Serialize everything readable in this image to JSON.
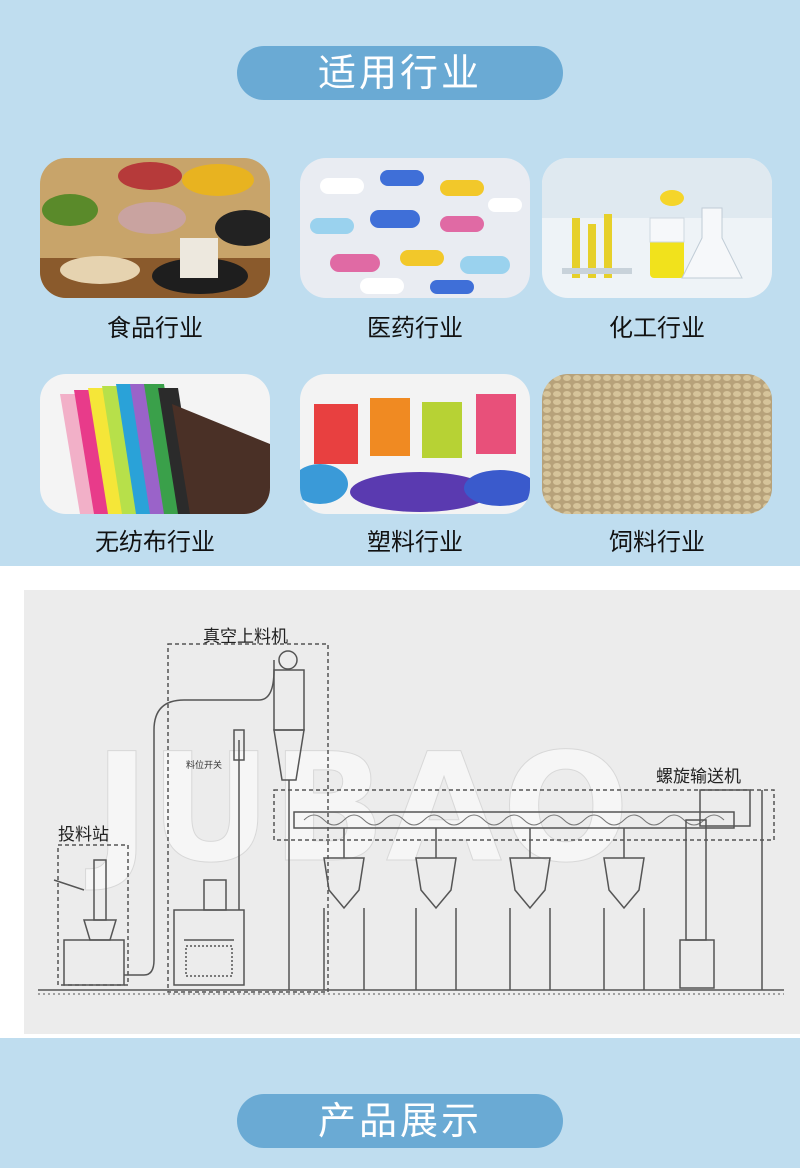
{
  "headers": {
    "industries": "适用行业",
    "products": "产品展示"
  },
  "industries": [
    {
      "label": "食品行业",
      "icon": "grains-photo"
    },
    {
      "label": "医药行业",
      "icon": "pills-photo"
    },
    {
      "label": "化工行业",
      "icon": "lab-glassware-photo"
    },
    {
      "label": "无纺布行业",
      "icon": "nonwoven-fabric-photo"
    },
    {
      "label": "塑料行业",
      "icon": "plastic-pellets-photo"
    },
    {
      "label": "饲料行业",
      "icon": "feed-pellets-photo"
    }
  ],
  "diagram": {
    "vacuum_loader": "真空上料机",
    "feeding_station": "投料站",
    "screw_conveyor": "螺旋输送机",
    "level_switch": "料位开关"
  },
  "colors": {
    "pill": "#6aaad4",
    "background": "#bfddef"
  }
}
